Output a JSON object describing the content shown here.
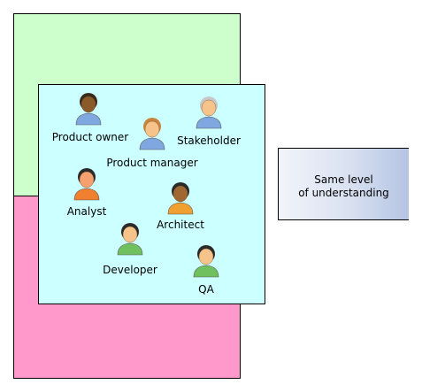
{
  "diagram": {
    "people": [
      {
        "label": "Product owner",
        "icon": "person-icon-product-owner",
        "skin": "#8b5a2b",
        "hair": "#3a2a1a",
        "shirt": "#7fa8e0"
      },
      {
        "label": "Product manager",
        "icon": "person-icon-product-manager",
        "skin": "#f6c48a",
        "hair": "#c8843a",
        "shirt": "#7fa8e0"
      },
      {
        "label": "Stakeholder",
        "icon": "person-icon-stakeholder",
        "skin": "#f6c48a",
        "hair": "#c8c8c8",
        "shirt": "#7fa8e0"
      },
      {
        "label": "Analyst",
        "icon": "person-icon-analyst",
        "skin": "#f6a070",
        "hair": "#2a2a2a",
        "shirt": "#f08030"
      },
      {
        "label": "Architect",
        "icon": "person-icon-architect",
        "skin": "#a06830",
        "hair": "#2a2a2a",
        "shirt": "#f0a030"
      },
      {
        "label": "Developer",
        "icon": "person-icon-developer",
        "skin": "#f6c48a",
        "hair": "#2a2a2a",
        "shirt": "#70c060"
      },
      {
        "label": "QA",
        "icon": "person-icon-qa",
        "skin": "#f6c48a",
        "hair": "#2a2a2a",
        "shirt": "#70c060"
      }
    ],
    "note": {
      "line1": "Same level",
      "line2": "of understanding"
    },
    "colors": {
      "green_area": "#ccffcc",
      "pink_area": "#ff99cc",
      "team_box": "#ccffff"
    }
  }
}
